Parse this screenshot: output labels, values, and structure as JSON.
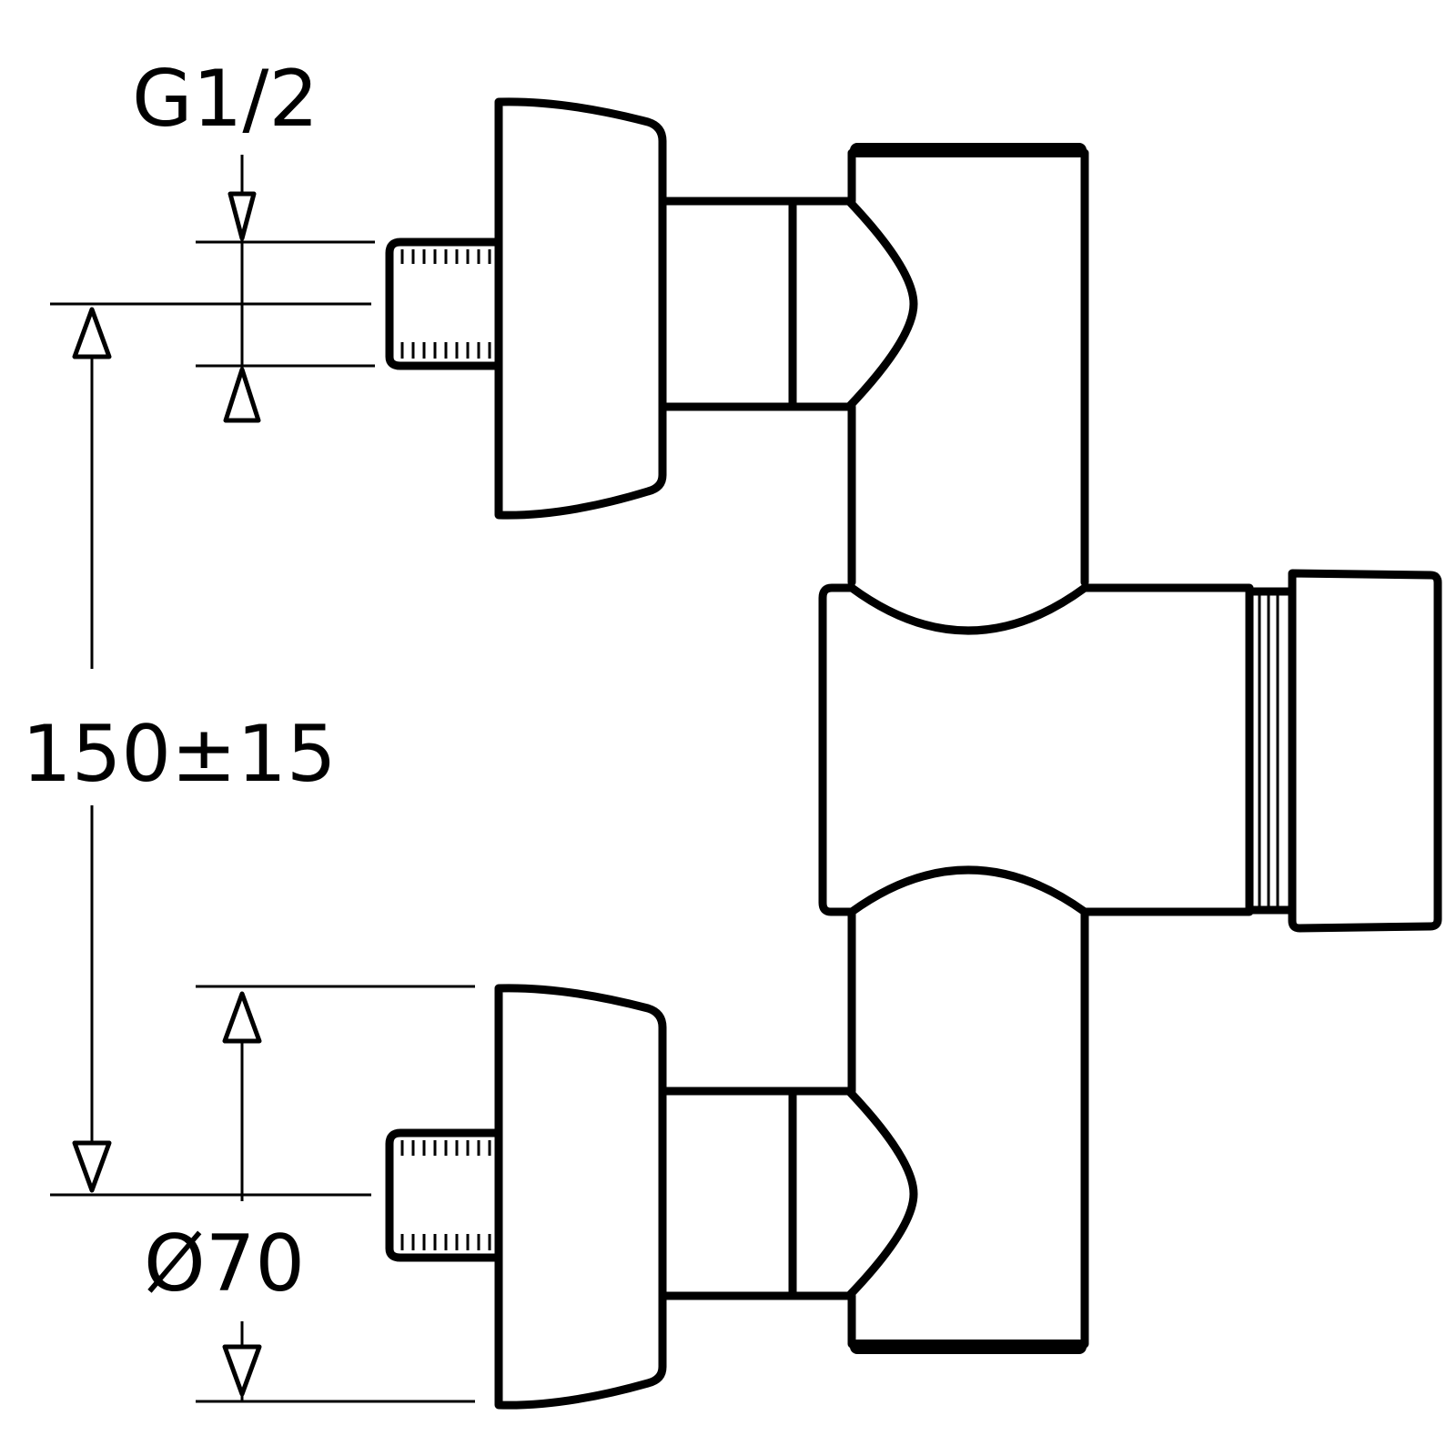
{
  "dimensions": {
    "thread": "G1/2",
    "center_distance": "150±15",
    "rosette_diameter": "Ø70"
  }
}
